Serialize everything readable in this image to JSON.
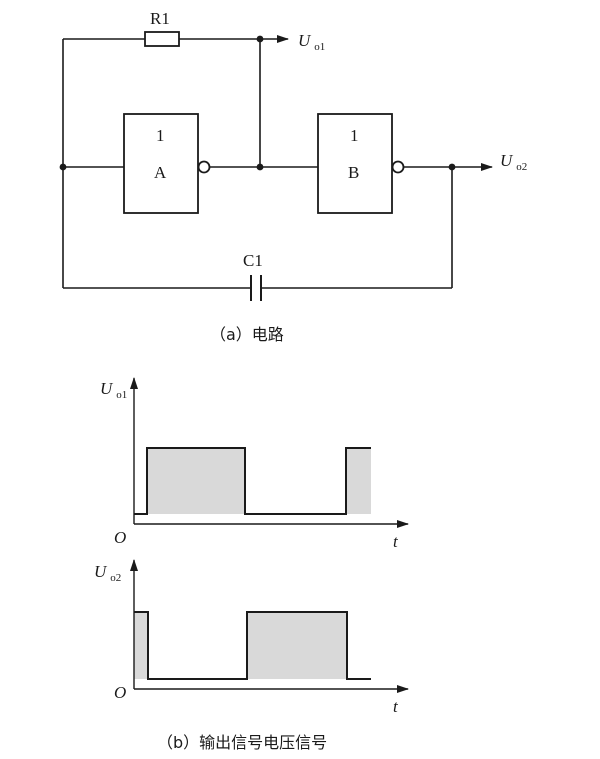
{
  "circuit": {
    "resistor_label": "R1",
    "capacitor_label": "C1",
    "gate_a": {
      "symbol": "1",
      "name": "A"
    },
    "gate_b": {
      "symbol": "1",
      "name": "B"
    },
    "output1": {
      "main": "U",
      "sub": "o1"
    },
    "output2": {
      "main": "U",
      "sub": "o2"
    },
    "caption": "（a）电路"
  },
  "waveforms": {
    "plot1": {
      "y_main": "U",
      "y_sub": "o1",
      "origin": "O",
      "x_label": "t",
      "levels": [
        0,
        1,
        1,
        0,
        0,
        1
      ]
    },
    "plot2": {
      "y_main": "U",
      "y_sub": "o2",
      "origin": "O",
      "x_label": "t",
      "levels": [
        1,
        0,
        0,
        1,
        1,
        0
      ]
    },
    "caption": "（b）输出信号电压信号"
  }
}
